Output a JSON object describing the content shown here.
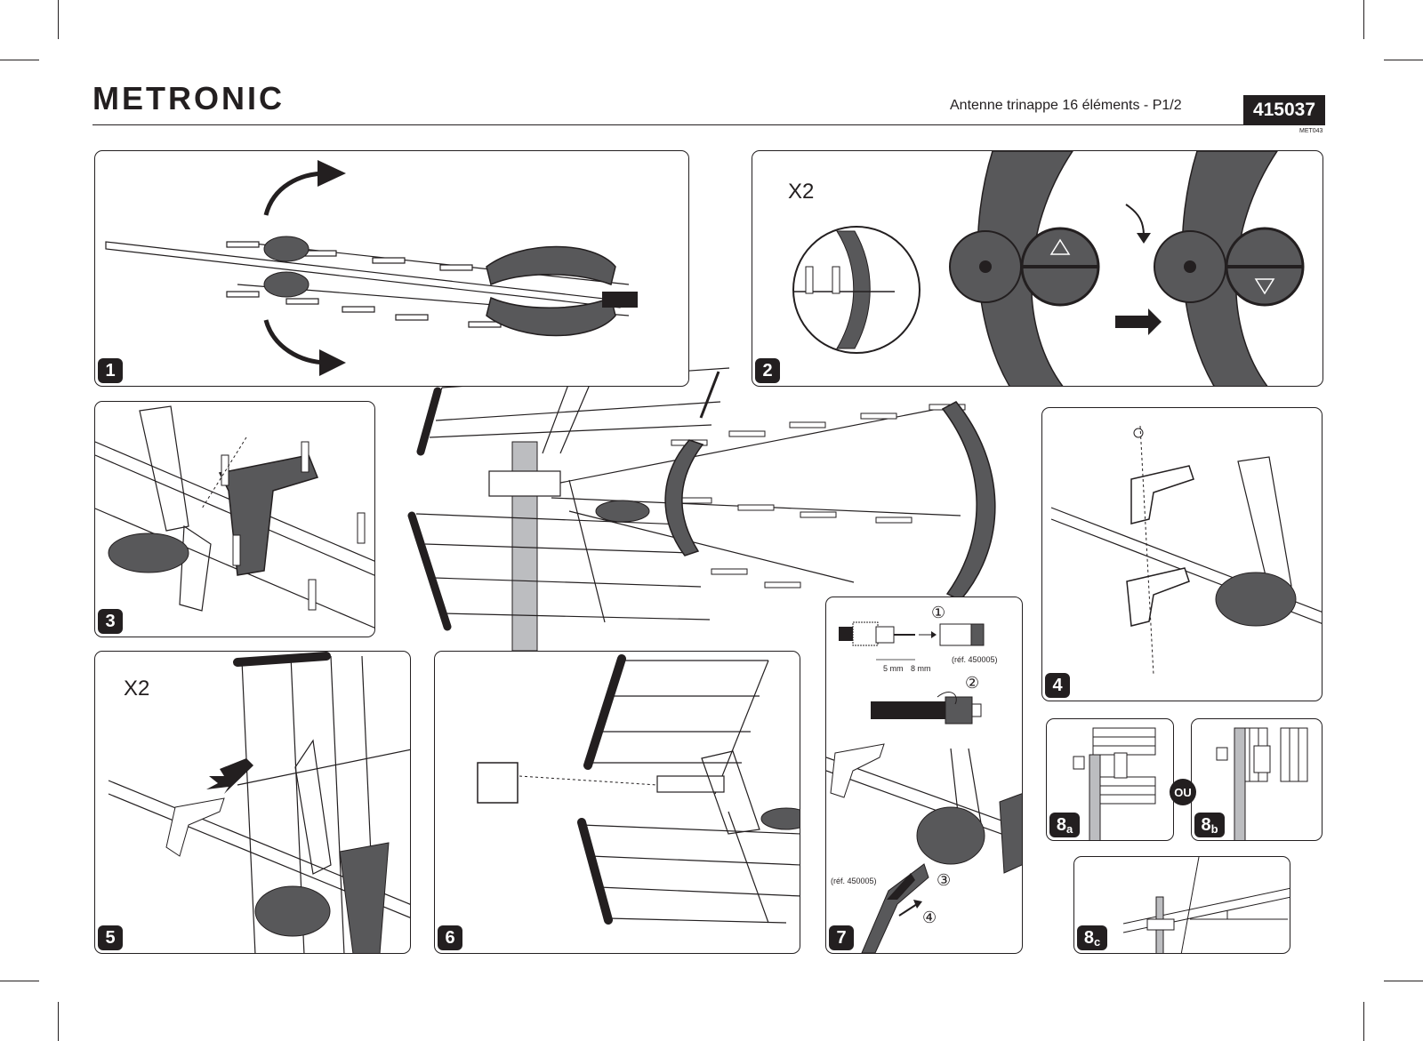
{
  "header": {
    "brand": "METRONIC",
    "title": "Antenne trinappe 16 éléments - P1/2",
    "reference": "415037",
    "code": "MET043"
  },
  "colors": {
    "ink": "#231f20",
    "dark_plastic": "#58585a",
    "mast_grey": "#bcbdc0"
  },
  "steps": {
    "s1": {
      "badge": "1"
    },
    "s2": {
      "badge": "2",
      "multiplier": "X2",
      "unlock_icon": "unlock-icon",
      "lock_icon": "lock-icon"
    },
    "s3": {
      "badge": "3"
    },
    "s4": {
      "badge": "4"
    },
    "s5": {
      "badge": "5",
      "multiplier": "X2"
    },
    "s6": {
      "badge": "6"
    },
    "s7": {
      "badge": "7",
      "marker1": "①",
      "marker2": "②",
      "marker3": "③",
      "marker4": "④",
      "ref_top": "(réf. 450005)",
      "ref_bottom": "(réf. 450005)",
      "dim1": "5 mm",
      "dim2": "8 mm"
    },
    "s8a": {
      "badge": "8",
      "sub": "a"
    },
    "s8b": {
      "badge": "8",
      "sub": "b"
    },
    "s8c": {
      "badge": "8",
      "sub": "c"
    },
    "or_label": "OU"
  }
}
